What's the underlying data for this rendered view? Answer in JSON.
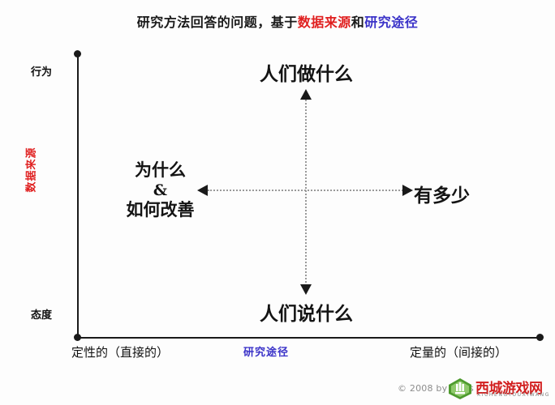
{
  "diagram": {
    "title": {
      "prefix": "研究方法回答的问题，基于",
      "highlight_red": "数据来源",
      "conjunction": "和",
      "highlight_blue": "研究途径",
      "full": "研究方法回答的问题，基于数据来源和研究途径"
    },
    "axes": {
      "y": {
        "name": "数据来源",
        "color": "#e02020",
        "top_label": "行为",
        "bottom_label": "态度"
      },
      "x": {
        "name": "研究途径",
        "color": "#3a32c8",
        "left_label": "定性的（直接的）",
        "right_label": "定量的（间接的）"
      }
    },
    "poles": {
      "top": "人们做什么",
      "bottom": "人们说什么",
      "right": "有多少",
      "left_line1": "为什么",
      "left_line2": "&",
      "left_line3": "如何改善"
    },
    "arrows": {
      "up_icon": "arrow-up-dotted",
      "down_icon": "arrow-down-dotted",
      "left_icon": "arrow-left-dotted",
      "right_icon": "arrow-right-dotted",
      "color": "#9a9a9a"
    }
  },
  "watermark": {
    "copyright": "© 2008 by Chris",
    "site_name": "西城游戏网",
    "site_pinyin": "XICHENGYOUXIWANG",
    "logo_color": "#4e9b2e",
    "name_color": "#d21f1f"
  }
}
